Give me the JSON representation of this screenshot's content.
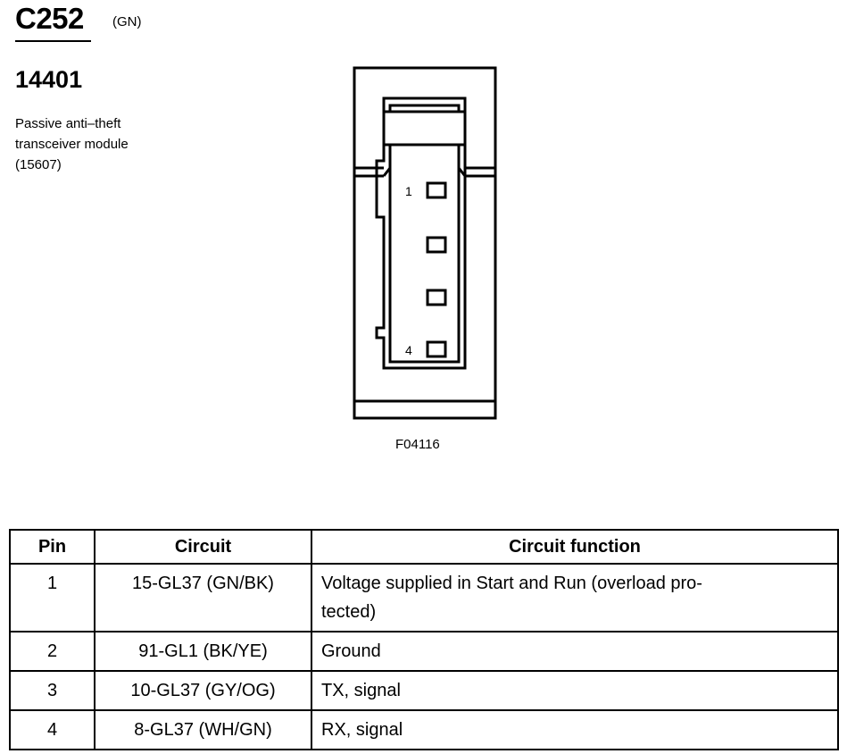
{
  "connector": {
    "id": "C252",
    "color_code": "(GN)",
    "part_number": "14401",
    "description_lines": [
      "Passive anti–theft",
      "transceiver module",
      "(15607)"
    ]
  },
  "diagram": {
    "pin_labels": [
      "1",
      "4"
    ],
    "figure_id": "F04116"
  },
  "pin_table": {
    "headers": [
      "Pin",
      "Circuit",
      "Circuit function"
    ],
    "rows": [
      {
        "pin": "1",
        "circuit": "15-GL37 (GN/BK)",
        "function_lines": [
          "Voltage supplied in Start and Run (overload pro-",
          "tected)"
        ]
      },
      {
        "pin": "2",
        "circuit": "91-GL1 (BK/YE)",
        "function_lines": [
          "Ground"
        ]
      },
      {
        "pin": "3",
        "circuit": "10-GL37 (GY/OG)",
        "function_lines": [
          "TX, signal"
        ]
      },
      {
        "pin": "4",
        "circuit": "8-GL37 (WH/GN)",
        "function_lines": [
          "RX, signal"
        ]
      }
    ]
  }
}
